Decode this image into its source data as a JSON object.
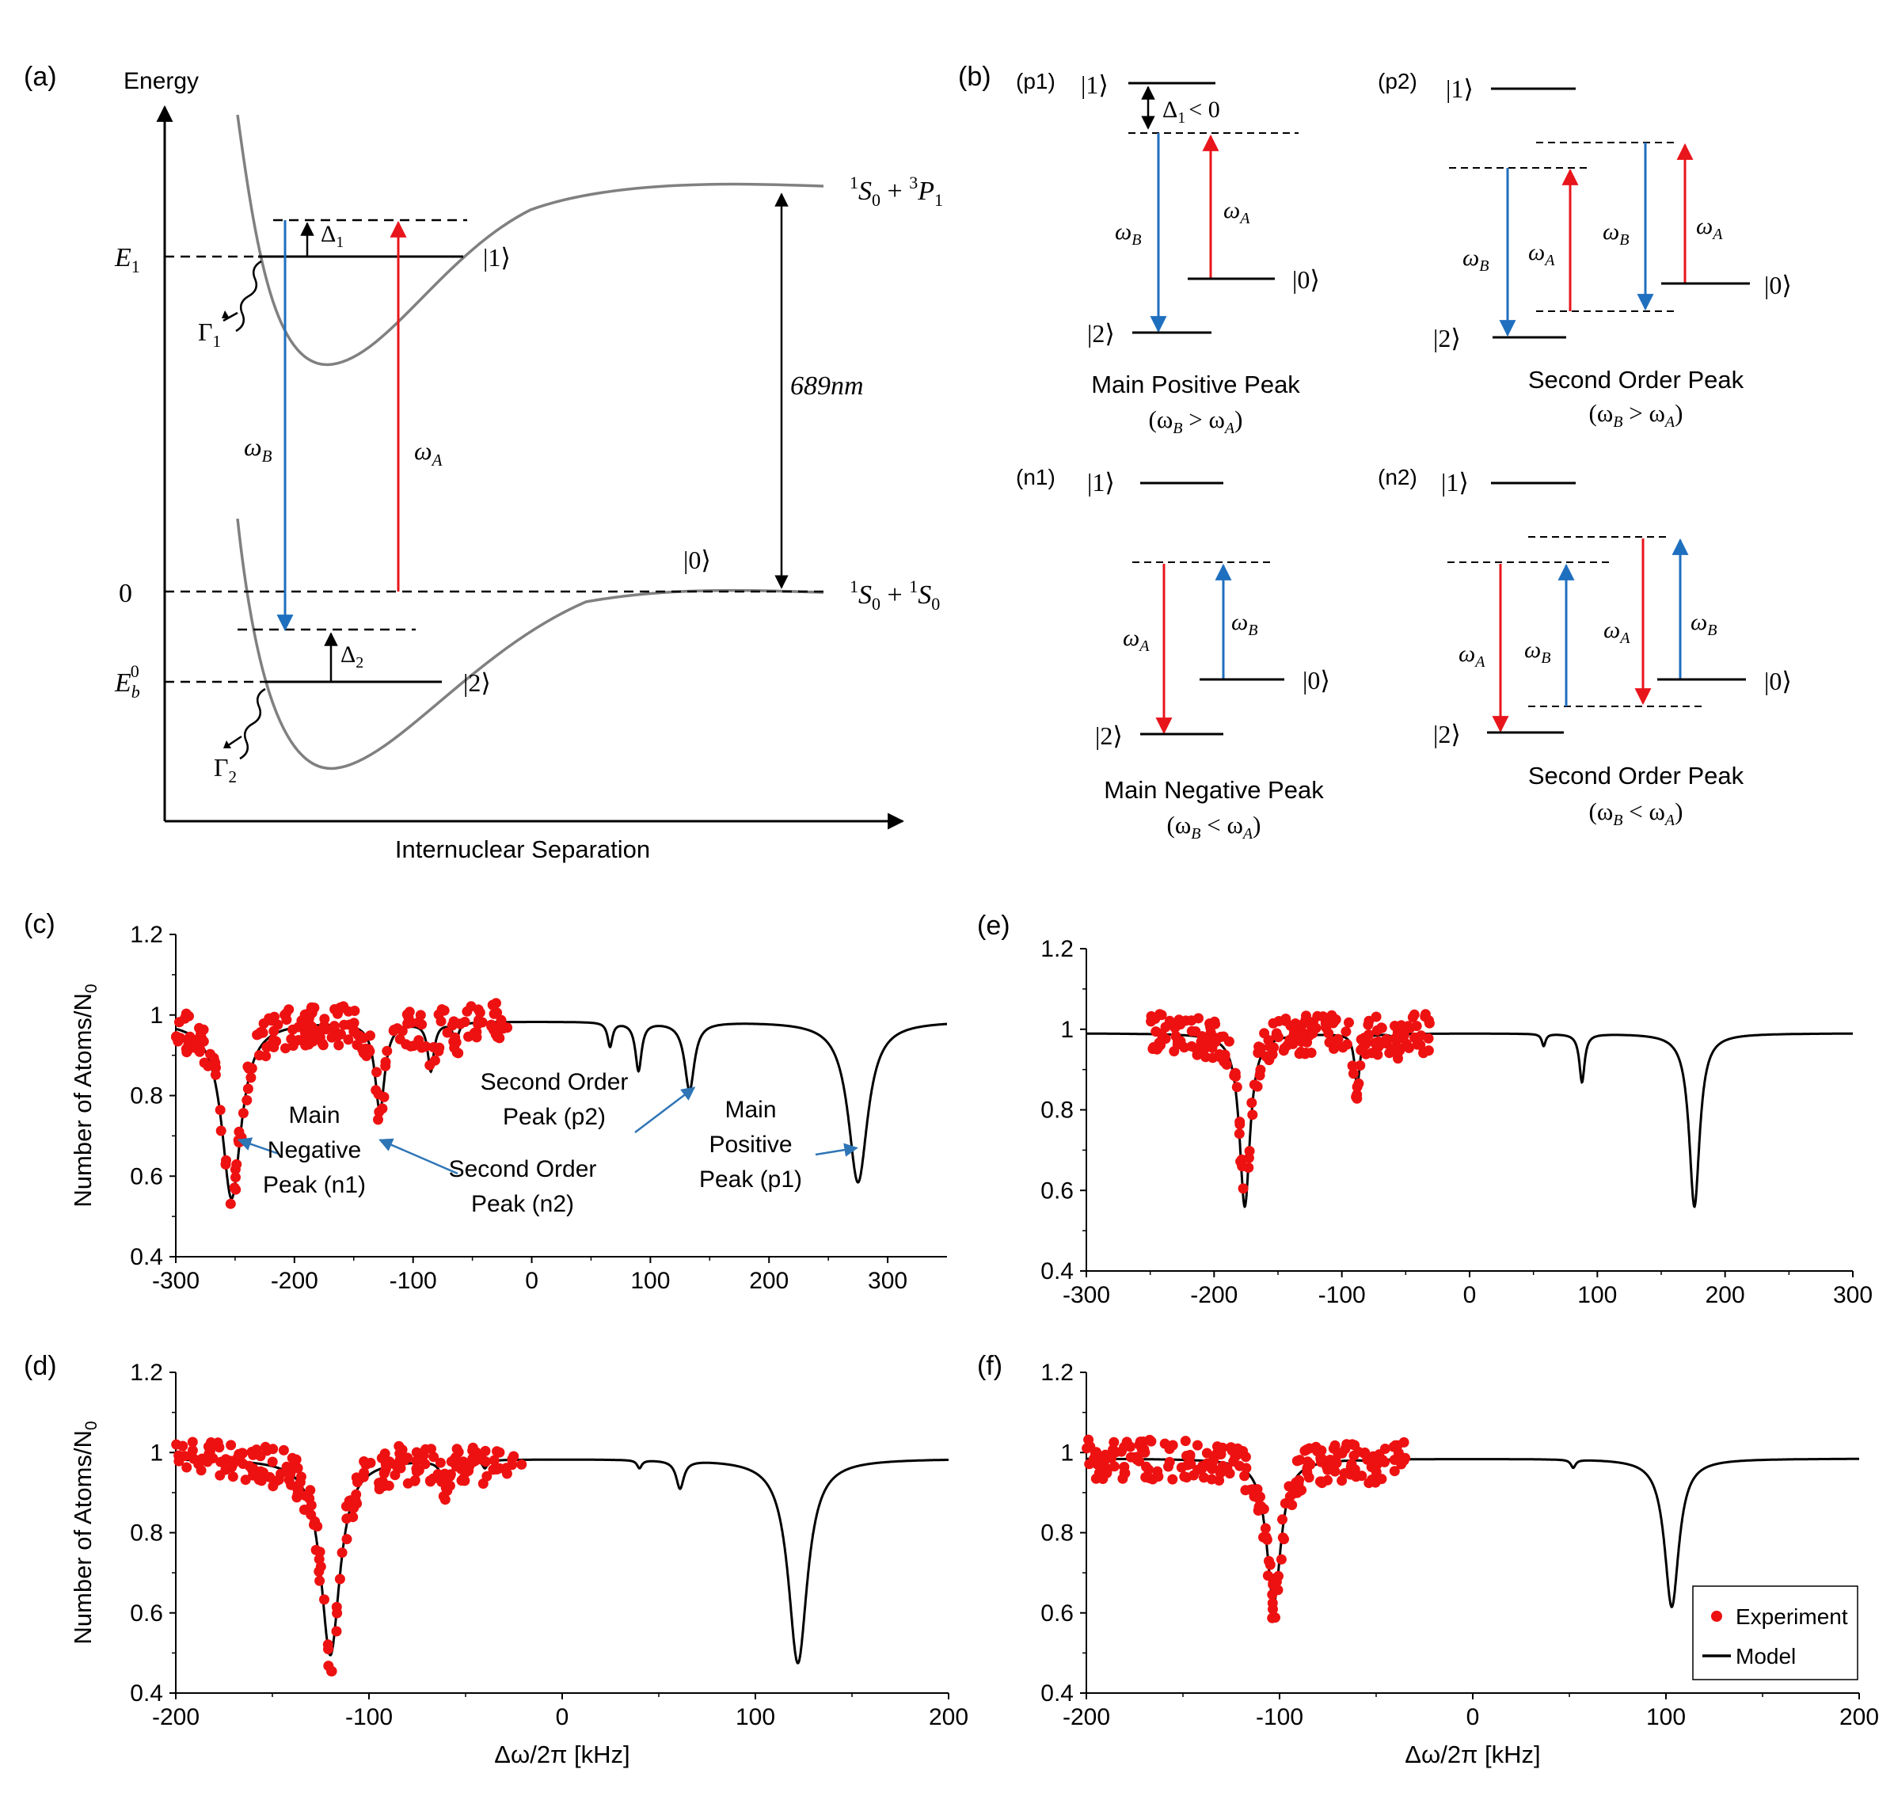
{
  "colors": {
    "experiment": "#ee1111",
    "model": "#000000",
    "curve": "#808080",
    "blue": "#1f6fbf",
    "red": "#e8151b"
  },
  "panel_a": {
    "label": "(a)",
    "ylabel": "Energy",
    "xlabel": "Internuclear Separation",
    "E1": "E",
    "E1_sub": "1",
    "zero": "0",
    "Eb": "E",
    "Eb_sub": "b",
    "Eb_sup": "0",
    "Gamma1": "Γ",
    "Gamma1_sub": "1",
    "Gamma2": "Γ",
    "Gamma2_sub": "2",
    "Delta1": "Δ",
    "Delta1_sub": "1",
    "Delta2": "Δ",
    "Delta2_sub": "2",
    "ket1": "|1⟩",
    "ket0": "|0⟩",
    "ket2": "|2⟩",
    "omegaB": "ω",
    "omegaB_sub": "B",
    "omegaA": "ω",
    "omegaA_sub": "A",
    "wavelength": "689nm",
    "asym_upper": {
      "sup1": "1",
      "S": "S",
      "sub0": "0",
      "plus": " + ",
      "sup3": "3",
      "P": "P",
      "sub1": "1"
    },
    "asym_lower": {
      "sup1": "1",
      "S": "S",
      "sub0": "0",
      "plus": " + ",
      "sup1b": "1",
      "S2": "S",
      "sub0b": "0"
    }
  },
  "panel_b": {
    "label": "(b)",
    "p1": {
      "tag": "(p1)",
      "ket1": "|1⟩",
      "ket0": "|0⟩",
      "ket2": "|2⟩",
      "delta": "Δ",
      "delta_sub": "1",
      "delta_rest": "< 0",
      "caption": "Main Positive Peak",
      "cond": [
        "(ω",
        "B",
        " > ω",
        "A",
        ")"
      ]
    },
    "p2": {
      "tag": "(p2)",
      "ket1": "|1⟩",
      "ket0": "|0⟩",
      "ket2": "|2⟩",
      "caption": "Second Order Peak",
      "cond": [
        "(ω",
        "B",
        " > ω",
        "A",
        ")"
      ]
    },
    "n1": {
      "tag": "(n1)",
      "ket1": "|1⟩",
      "ket0": "|0⟩",
      "ket2": "|2⟩",
      "caption": "Main Negative Peak",
      "cond": [
        "(ω",
        "B",
        " < ω",
        "A",
        ")"
      ]
    },
    "n2": {
      "tag": "(n2)",
      "ket1": "|1⟩",
      "ket0": "|0⟩",
      "ket2": "|2⟩",
      "caption": "Second Order Peak",
      "cond": [
        "(ω",
        "B",
        " < ω",
        "A",
        ")"
      ]
    },
    "w": "ω",
    "A": "A",
    "B": "B"
  },
  "chart_data": [
    {
      "panel": "(c)",
      "type": "scatter",
      "xlim": [
        -300,
        350
      ],
      "ylim": [
        0.4,
        1.2
      ],
      "xticks": [
        -300,
        -200,
        -100,
        0,
        100,
        200,
        300
      ],
      "xtick_labels": [
        "-300",
        "-200",
        "-100",
        "0",
        "100",
        "200",
        "300"
      ],
      "yticks": [
        0.4,
        0.6,
        0.8,
        1,
        1.2
      ],
      "ytick_labels": [
        "0.4",
        "0.6",
        "0.8",
        "1",
        "1.2"
      ],
      "ylabel": "Number of Atoms/N",
      "ylabel_sub": "0",
      "xlabel": "",
      "model": {
        "baseline": 0.985,
        "dips": [
          [
            -253,
            0.44,
            10
          ],
          [
            -128,
            0.22,
            5
          ],
          [
            -85,
            0.12,
            3.2
          ],
          [
            -64,
            0.05,
            2.5
          ],
          [
            66,
            0.06,
            2.5
          ],
          [
            90,
            0.12,
            3.2
          ],
          [
            133,
            0.17,
            5
          ],
          [
            275,
            0.4,
            10
          ]
        ]
      },
      "experiment_range": [
        -300,
        -20
      ],
      "annotations": [
        {
          "lines": [
            "Main",
            "Negative",
            "Peak (n1)"
          ],
          "target": [
            -247,
            0.69
          ]
        },
        {
          "lines": [
            "Second Order",
            "Peak (n2)"
          ],
          "target": [
            -128,
            0.69
          ]
        },
        {
          "lines": [
            "Second Order",
            "Peak (p2)"
          ],
          "target": [
            137,
            0.82
          ]
        },
        {
          "lines": [
            "Main",
            "Positive",
            "Peak (p1)"
          ],
          "target": [
            274,
            0.67
          ]
        }
      ]
    },
    {
      "panel": "(d)",
      "type": "scatter",
      "xlim": [
        -200,
        200
      ],
      "ylim": [
        0.4,
        1.2
      ],
      "xticks": [
        -200,
        -100,
        0,
        100,
        200
      ],
      "xtick_labels": [
        "-200",
        "-100",
        "0",
        "100",
        "200"
      ],
      "yticks": [
        0.4,
        0.6,
        0.8,
        1,
        1.2
      ],
      "ytick_labels": [
        "0.4",
        "0.6",
        "0.8",
        "1",
        "1.2"
      ],
      "ylabel": "Number of Atoms/N",
      "ylabel_sub": "0",
      "xlabel": "Δω/2π [kHz]",
      "model": {
        "baseline": 0.985,
        "dips": [
          [
            -120,
            0.49,
            6
          ],
          [
            -60,
            0.08,
            2.4
          ],
          [
            -40,
            0.02,
            1.5
          ],
          [
            40,
            0.02,
            1.5
          ],
          [
            61,
            0.07,
            2.4
          ],
          [
            122,
            0.51,
            6
          ]
        ]
      },
      "experiment_range": [
        -200,
        -20
      ]
    },
    {
      "panel": "(e)",
      "type": "scatter",
      "xlim": [
        -300,
        300
      ],
      "ylim": [
        0.4,
        1.2
      ],
      "xticks": [
        -300,
        -200,
        -100,
        0,
        100,
        200,
        300
      ],
      "xtick_labels": [
        "-300",
        "-200",
        "-100",
        "0",
        "100",
        "200",
        "300"
      ],
      "yticks": [
        0.4,
        0.6,
        0.8,
        1,
        1.2
      ],
      "ytick_labels": [
        "0.4",
        "0.6",
        "0.8",
        "1",
        "1.2"
      ],
      "ylabel": "",
      "xlabel": "",
      "model": {
        "baseline": 0.99,
        "dips": [
          [
            -176,
            0.43,
            5
          ],
          [
            -88,
            0.13,
            2.5
          ],
          [
            -58,
            0.03,
            1.8
          ],
          [
            58,
            0.03,
            1.8
          ],
          [
            88,
            0.12,
            2.5
          ],
          [
            176,
            0.43,
            5
          ]
        ]
      },
      "experiment_range": [
        -250,
        -30
      ]
    },
    {
      "panel": "(f)",
      "type": "scatter",
      "xlim": [
        -200,
        200
      ],
      "ylim": [
        0.4,
        1.2
      ],
      "xticks": [
        -200,
        -100,
        0,
        100,
        200
      ],
      "xtick_labels": [
        "-200",
        "-100",
        "0",
        "100",
        "200"
      ],
      "yticks": [
        0.4,
        0.6,
        0.8,
        1,
        1.2
      ],
      "ytick_labels": [
        "0.4",
        "0.6",
        "0.8",
        "1",
        "1.2"
      ],
      "ylabel": "",
      "xlabel": "Δω/2π [kHz]",
      "model": {
        "baseline": 0.985,
        "dips": [
          [
            -103,
            0.36,
            4.5
          ],
          [
            -52,
            0.02,
            1.5
          ],
          [
            52,
            0.02,
            1.5
          ],
          [
            103,
            0.37,
            4.5
          ]
        ]
      },
      "experiment_range": [
        -200,
        -35
      ],
      "legend": {
        "position": "bottom-right",
        "entries": [
          "Experiment",
          "Model"
        ]
      }
    }
  ]
}
